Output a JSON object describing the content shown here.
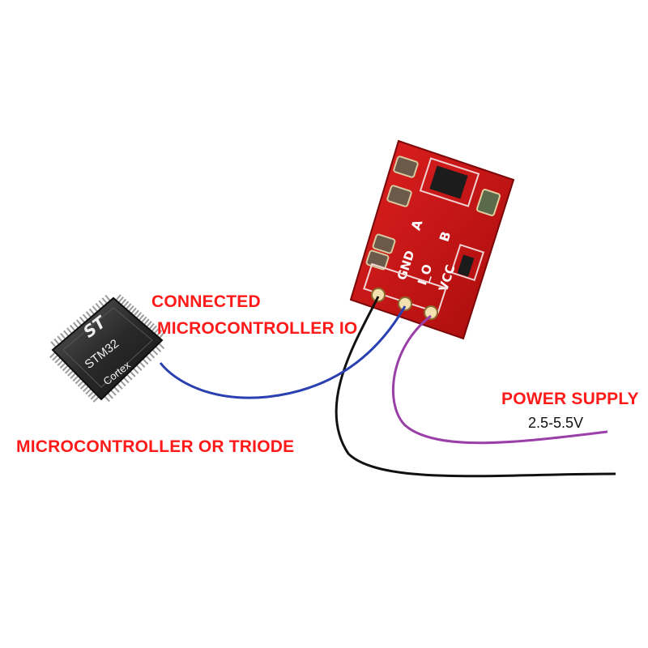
{
  "labels": {
    "connected_line1": "CONNECTED",
    "connected_line2": "MICROCONTROLLER IO",
    "mcu": "MICROCONTROLLER OR TRIODE",
    "power_supply": "POWER SUPPLY",
    "voltage": "2.5-5.5V"
  },
  "chip": {
    "logo": "ST",
    "part": "STM32",
    "core": "Cortex"
  },
  "board": {
    "pins": [
      "GND",
      "I_O",
      "VCC"
    ],
    "pads": [
      "A",
      "B"
    ]
  },
  "colors": {
    "label_red": "#ff1a1a",
    "board_red": "#c81414",
    "wire_black": "#111111",
    "wire_blue": "#2a3fb0",
    "wire_purple": "#9a3fa8"
  }
}
